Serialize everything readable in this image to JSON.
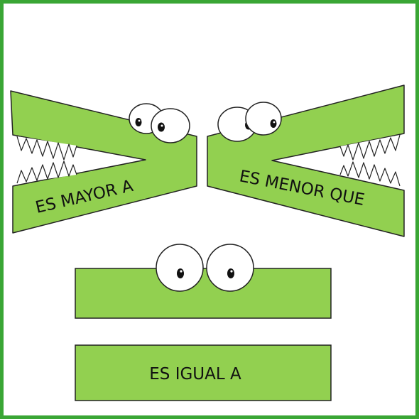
{
  "labels": {
    "greater": "ES MAYOR A",
    "less": "ES MENOR QUE",
    "equal": "ES IGUAL A"
  },
  "colors": {
    "crocodile_fill": "#92d050",
    "frame_border": "#3aa635",
    "outline": "#222222",
    "eye_white": "#ffffff",
    "pupil": "#111111"
  },
  "icons": [
    "crocodile-jaw-left",
    "crocodile-jaw-right",
    "crocodile-eyes-strip",
    "label-strip"
  ]
}
